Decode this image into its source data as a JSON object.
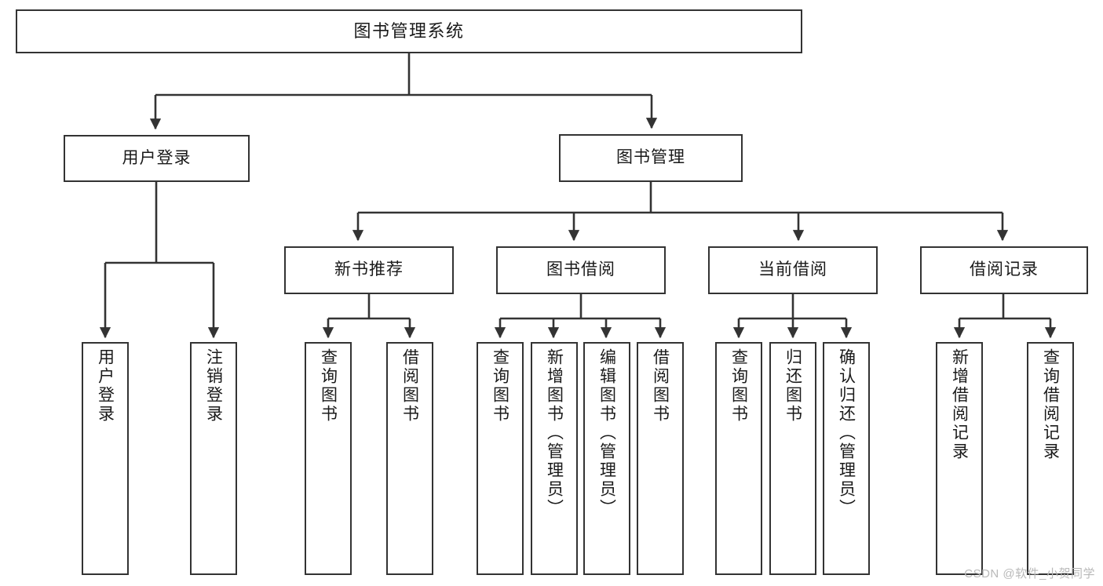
{
  "diagram": {
    "title": "图书管理系统",
    "type": "functional-structure-tree",
    "watermark": "CSDN @软件_小贺同学",
    "colors": {
      "box_border": "#333333",
      "box_fill": "#ffffff",
      "edge": "#333333",
      "text": "#1a1a1a",
      "watermark": "#b9b9b9",
      "background": "#ffffff"
    },
    "levels": {
      "root": "图书管理系统",
      "level2": [
        "用户登录",
        "图书管理"
      ],
      "level3": [
        "新书推荐",
        "图书借阅",
        "当前借阅",
        "借阅记录"
      ]
    },
    "nodes": {
      "root": {
        "label": "图书管理系统",
        "orientation": "horizontal"
      },
      "user_login": {
        "label": "用户登录",
        "orientation": "horizontal"
      },
      "book_manage": {
        "label": "图书管理",
        "orientation": "horizontal"
      },
      "new_book_rec": {
        "label": "新书推荐",
        "orientation": "horizontal"
      },
      "book_borrow": {
        "label": "图书借阅",
        "orientation": "horizontal"
      },
      "current_borrow": {
        "label": "当前借阅",
        "orientation": "horizontal"
      },
      "borrow_record": {
        "label": "借阅记录",
        "orientation": "horizontal"
      },
      "leaf_user_login": {
        "label": "用户登录",
        "orientation": "vertical"
      },
      "leaf_logout": {
        "label": "注销登录",
        "orientation": "vertical"
      },
      "leaf_query_book_1": {
        "label": "查询图书",
        "orientation": "vertical"
      },
      "leaf_borrow_book_1": {
        "label": "借阅图书",
        "orientation": "vertical"
      },
      "leaf_query_book_2": {
        "label": "查询图书",
        "orientation": "vertical"
      },
      "leaf_add_book": {
        "label": "新增图书（管理员）",
        "orientation": "vertical"
      },
      "leaf_edit_book": {
        "label": "编辑图书（管理员）",
        "orientation": "vertical"
      },
      "leaf_borrow_book_2": {
        "label": "借阅图书",
        "orientation": "vertical"
      },
      "leaf_query_book_3": {
        "label": "查询图书",
        "orientation": "vertical"
      },
      "leaf_return_book": {
        "label": "归还图书",
        "orientation": "vertical"
      },
      "leaf_confirm_return": {
        "label": "确认归还（管理员）",
        "orientation": "vertical"
      },
      "leaf_add_record": {
        "label": "新增借阅记录",
        "orientation": "vertical"
      },
      "leaf_query_record": {
        "label": "查询借阅记录",
        "orientation": "vertical"
      }
    },
    "tree": [
      {
        "label": "图书管理系统",
        "children": [
          {
            "label": "用户登录",
            "children": [
              {
                "label": "用户登录"
              },
              {
                "label": "注销登录"
              }
            ]
          },
          {
            "label": "图书管理",
            "children": [
              {
                "label": "新书推荐",
                "children": [
                  {
                    "label": "查询图书"
                  },
                  {
                    "label": "借阅图书"
                  }
                ]
              },
              {
                "label": "图书借阅",
                "children": [
                  {
                    "label": "查询图书"
                  },
                  {
                    "label": "新增图书（管理员）"
                  },
                  {
                    "label": "编辑图书（管理员）"
                  },
                  {
                    "label": "借阅图书"
                  }
                ]
              },
              {
                "label": "当前借阅",
                "children": [
                  {
                    "label": "查询图书"
                  },
                  {
                    "label": "归还图书"
                  },
                  {
                    "label": "确认归还（管理员）"
                  }
                ]
              },
              {
                "label": "借阅记录",
                "children": [
                  {
                    "label": "新增借阅记录"
                  },
                  {
                    "label": "查询借阅记录"
                  }
                ]
              }
            ]
          }
        ]
      }
    ]
  }
}
